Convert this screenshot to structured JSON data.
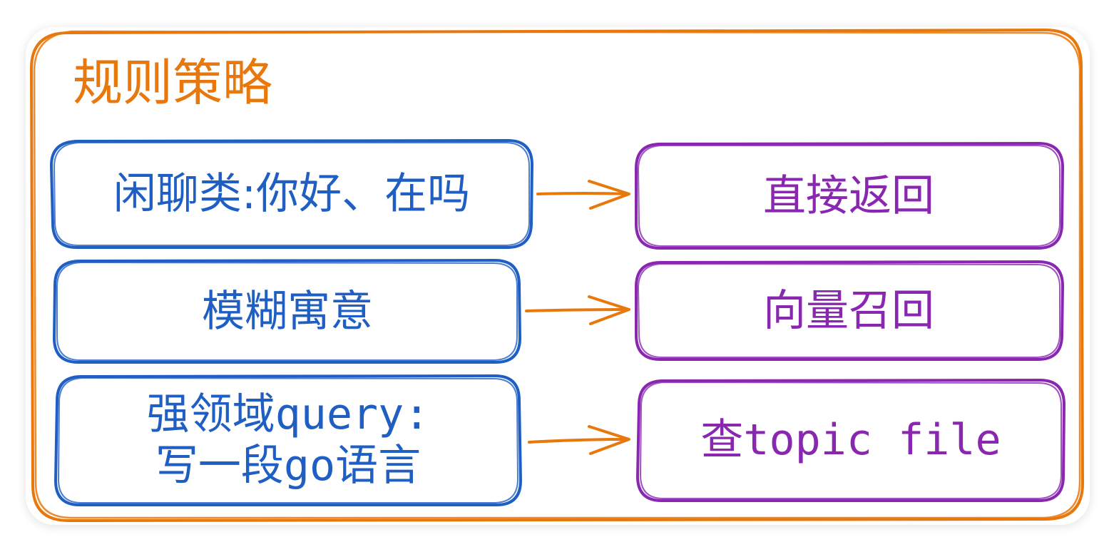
{
  "colors": {
    "container": "#e8780c",
    "input_box": "#1f5fc4",
    "output_box": "#8a27b1",
    "arrow": "#e8780c"
  },
  "title": "规则策略",
  "rules": [
    {
      "input": "闲聊类:你好、在吗",
      "output": "直接返回"
    },
    {
      "input": "模糊寓意",
      "output": "向量召回"
    },
    {
      "input": "强领域query:\n写一段go语言",
      "output": "查topic file"
    }
  ]
}
